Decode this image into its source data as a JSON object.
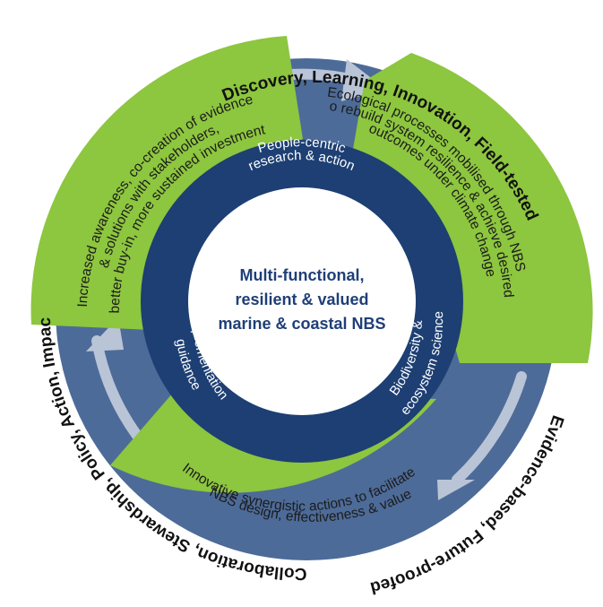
{
  "outer_labels": {
    "top": "Discovery, Learning, Innovation, Field-tested",
    "bottom_right": "Evidence-based, Future-proofed",
    "left": "Collaboration, Stewardship, Policy, Action, Impact"
  },
  "segments": {
    "right": [
      "Ecological processes mobilised through NBS",
      "to rebuild system resilience & achieve desired",
      "outcomes under climate change"
    ],
    "left": [
      "Increased awareness, co-creation of evidence",
      "& solutions with stakeholders,",
      "better buy-in, more sustained investment"
    ],
    "bottom": [
      "Innovative synergistic actions to facilitate",
      "NBS design, effectiveness & value"
    ]
  },
  "ring": {
    "top": [
      "People-centric",
      "research & action"
    ],
    "left": [
      "Implementation",
      "guidance"
    ],
    "right": [
      "Biodiversity &",
      "ecosystem science"
    ]
  },
  "center": [
    "Multi-functional,",
    "resilient & valued",
    "marine & coastal NBS"
  ],
  "colors": {
    "green": "#8dc63f",
    "outer_blue": "#4d6b98",
    "dark_navy": "#1d3f73",
    "arrow": "#b9c4d6"
  }
}
